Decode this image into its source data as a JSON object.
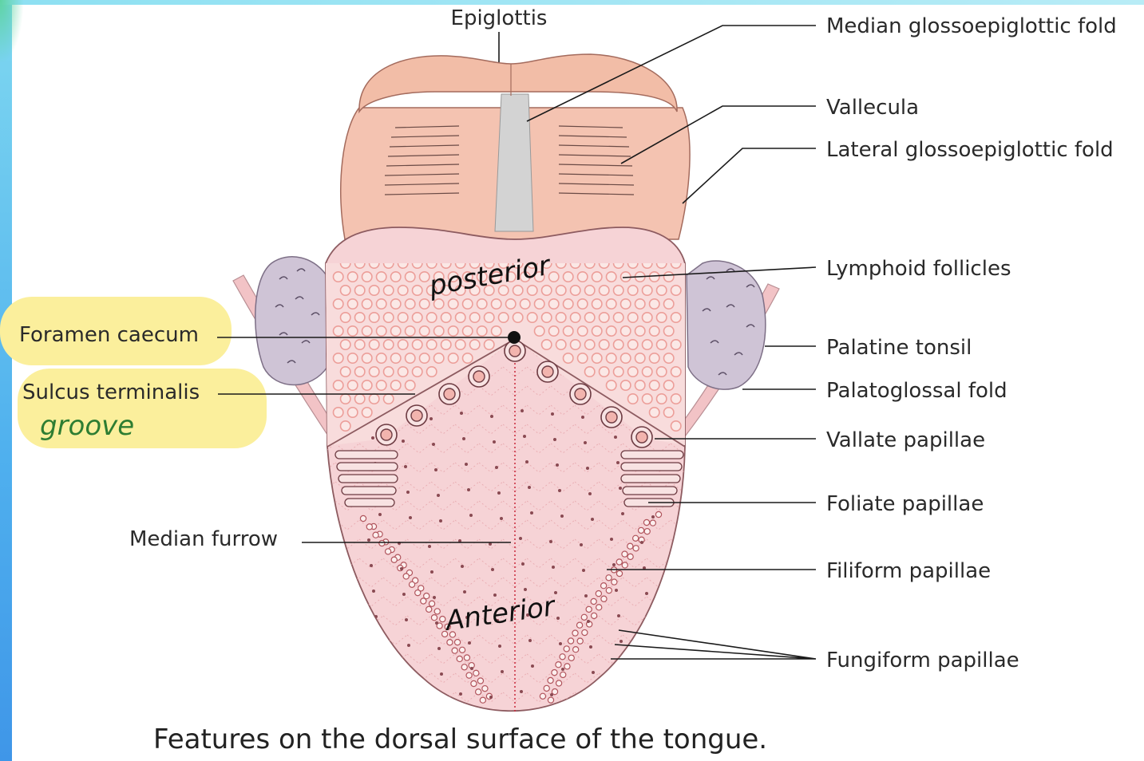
{
  "labels": {
    "epiglottis": "Epiglottis",
    "median_glossoepiglottic_fold": "Median glossoepiglottic fold",
    "vallecula": "Vallecula",
    "lateral_glossoepiglottic_fold": "Lateral glossoepiglottic fold",
    "lymphoid_follicles": "Lymphoid follicles",
    "palatine_tonsil": "Palatine tonsil",
    "palatoglossal_fold": "Palatoglossal fold",
    "vallate_papillae": "Vallate papillae",
    "foliate_papillae": "Foliate papillae",
    "filiform_papillae": "Filiform papillae",
    "fungiform_papillae": "Fungiform papillae",
    "foramen_caecum": "Foramen caecum",
    "sulcus_terminalis": "Sulcus terminalis",
    "median_furrow": "Median furrow"
  },
  "handwritten": {
    "posterior": "posterior",
    "anterior": "Anterior",
    "groove": "groove"
  },
  "caption": "Features on the dorsal surface of the tongue.",
  "colors": {
    "highlight": "#fbef9c",
    "tongue_pink": "#f6d3d6",
    "posterior_pink": "#f8dcdc",
    "epiglottis": "#f2bda7",
    "tonsil": "#c9bfd0",
    "follicle": "#f2a7a3",
    "frame_blue": "#4fb0ee"
  }
}
